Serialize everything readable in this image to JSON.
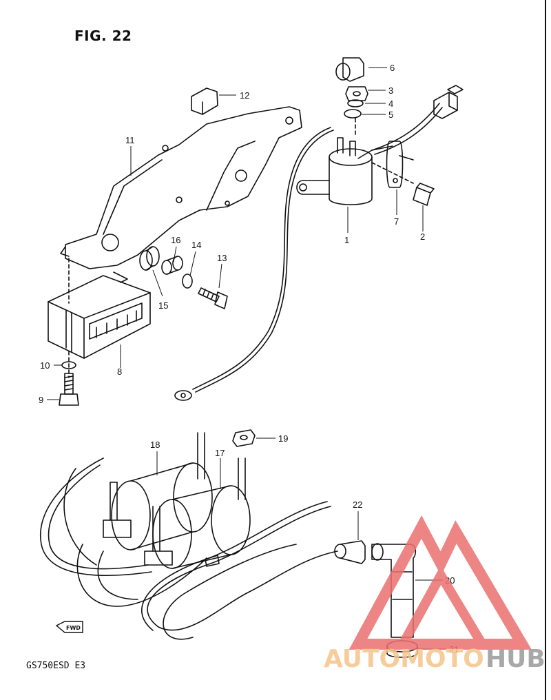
{
  "figure": {
    "title": "FIG. 22",
    "model_code": "GS750ESD  E3",
    "fwd_marker": "FWD"
  },
  "callouts": [
    {
      "id": "c1",
      "label": "1"
    },
    {
      "id": "c2",
      "label": "2"
    },
    {
      "id": "c3",
      "label": "3"
    },
    {
      "id": "c4",
      "label": "4"
    },
    {
      "id": "c5",
      "label": "5"
    },
    {
      "id": "c6",
      "label": "6"
    },
    {
      "id": "c7",
      "label": "7"
    },
    {
      "id": "c8",
      "label": "8"
    },
    {
      "id": "c9",
      "label": "9"
    },
    {
      "id": "c10",
      "label": "10"
    },
    {
      "id": "c11",
      "label": "11"
    },
    {
      "id": "c12",
      "label": "12"
    },
    {
      "id": "c13",
      "label": "13"
    },
    {
      "id": "c14",
      "label": "14"
    },
    {
      "id": "c15",
      "label": "15"
    },
    {
      "id": "c16",
      "label": "16"
    },
    {
      "id": "c17",
      "label": "17"
    },
    {
      "id": "c18",
      "label": "18"
    },
    {
      "id": "c19",
      "label": "19"
    },
    {
      "id": "c20",
      "label": "20"
    },
    {
      "id": "c21",
      "label": "21"
    },
    {
      "id": "c22",
      "label": "22"
    }
  ],
  "watermark": {
    "part1": "AUTOMOTO",
    "part2": "HUB",
    "colors": {
      "part1": "#f6c48a",
      "part2": "#9a9a9a",
      "triangle": "#ec7070"
    }
  }
}
